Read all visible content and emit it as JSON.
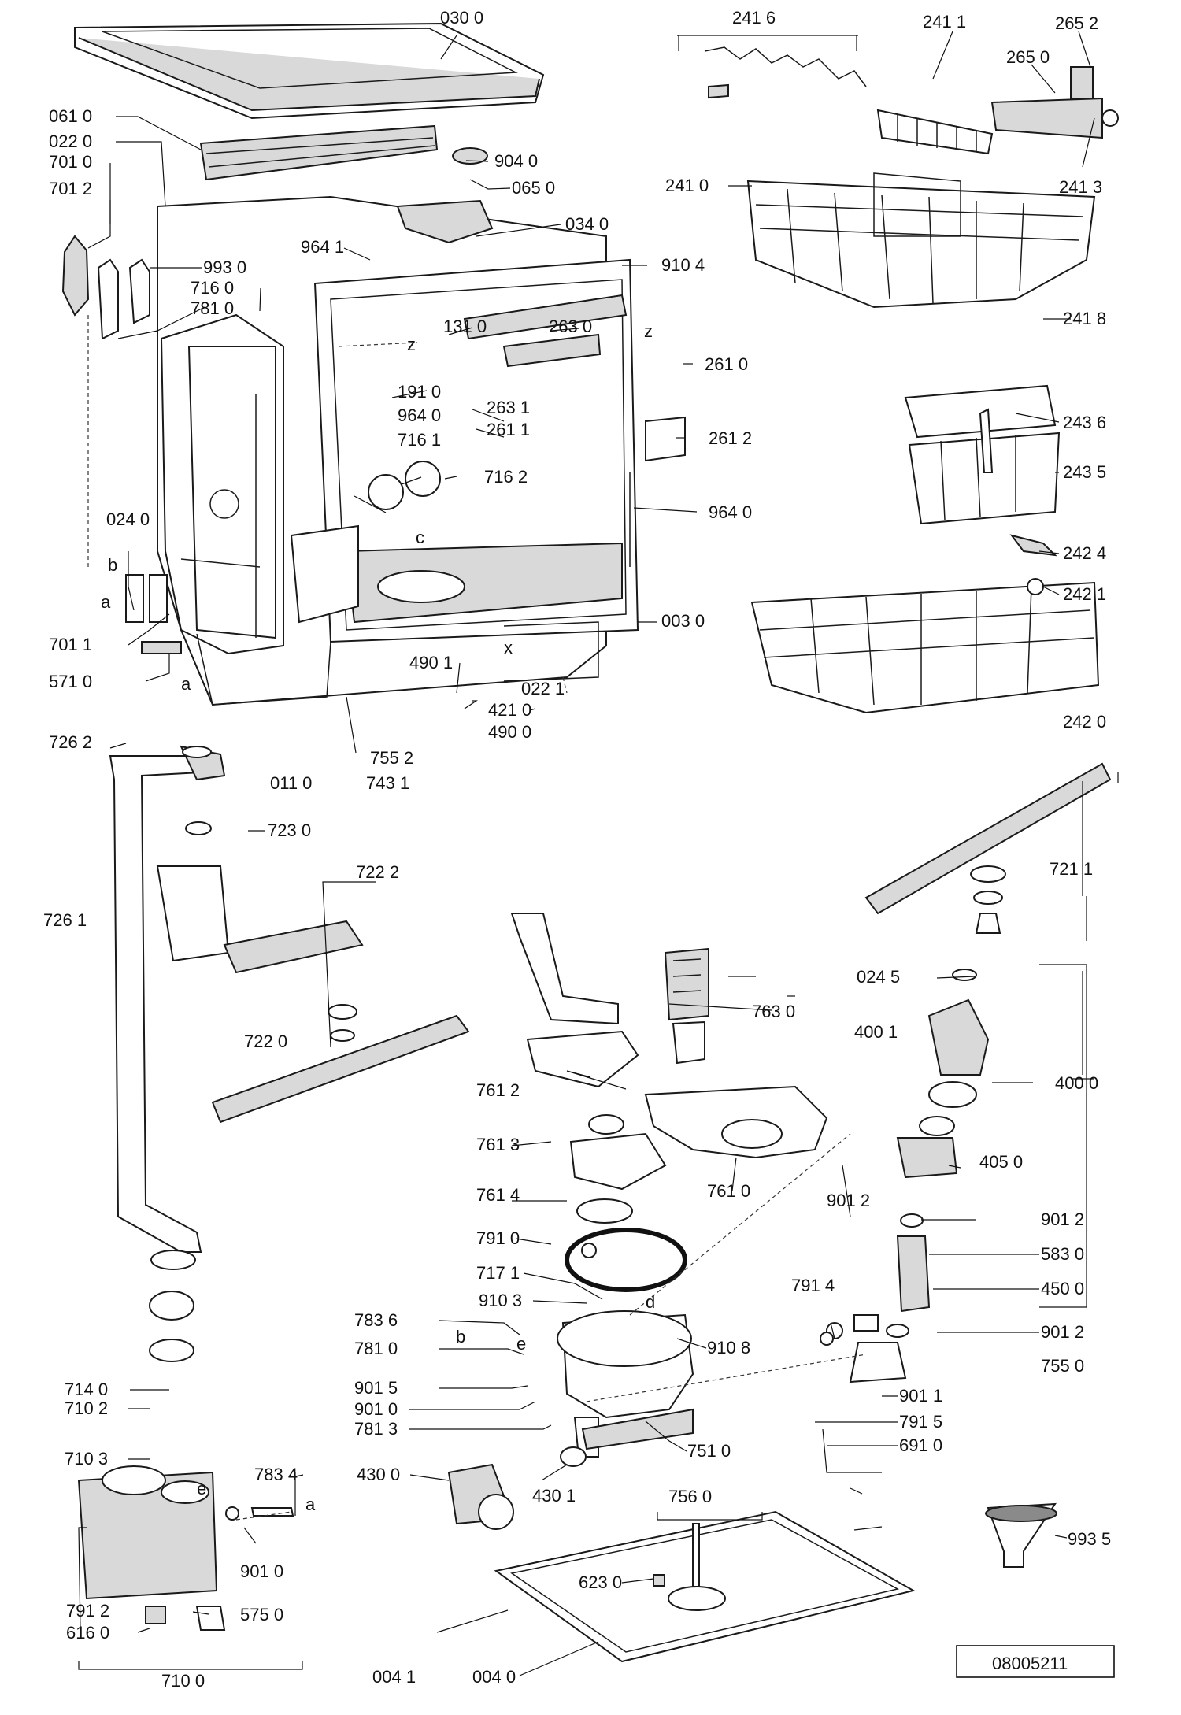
{
  "diagram_ref": "08005211",
  "labels": {
    "l0300": "030 0",
    "l2416": "241 6",
    "l2411": "241 1",
    "l2652": "265 2",
    "l2650": "265 0",
    "l0610": "061 0",
    "l0220": "022 0",
    "l7010": "701 0",
    "l7012": "701 2",
    "l9040": "904 0",
    "l0650": "065 0",
    "l2410": "241 0",
    "l2413": "241 3",
    "l0340": "034 0",
    "l9641": "964 1",
    "l9104": "910 4",
    "l9930": "993 0",
    "l7160": "716 0",
    "l7810": "781 0",
    "l1310": "131 0",
    "l2630": "263 0",
    "l2418": "241 8",
    "l2610": "261 0",
    "l1910": "191 0",
    "l9640a": "964 0",
    "l2631": "263 1",
    "l2611": "261 1",
    "l2436": "243 6",
    "l7161": "716 1",
    "l2612": "261 2",
    "l7162": "716 2",
    "l2435": "243 5",
    "l9640b": "964 0",
    "l0240": "024 0",
    "l2424": "242 4",
    "l2421": "242 1",
    "l7011": "701 1",
    "l0030": "003 0",
    "l4901": "490 1",
    "l5710": "571 0",
    "l0221": "022 1",
    "l4210": "421 0",
    "l4900": "490 0",
    "l2420": "242 0",
    "l7262": "726 2",
    "l7552": "755 2",
    "l0110": "011 0",
    "l7431": "743 1",
    "l7230": "723 0",
    "l7222": "722 2",
    "l7211": "721 1",
    "l7261": "726 1",
    "l0245": "024 5",
    "l7630": "763 0",
    "l4001": "400 1",
    "l7220": "722 0",
    "l4000": "400 0",
    "l7612": "761 2",
    "l7613": "761 3",
    "l4050": "405 0",
    "l7614": "761 4",
    "l7610": "761 0",
    "l9012a": "901 2",
    "l9012b": "901 2",
    "l7910": "791 0",
    "l5830": "583 0",
    "l7171": "717 1",
    "l4500": "450 0",
    "l7914": "791 4",
    "l9103": "910 3",
    "l7836": "783 6",
    "l9108": "910 8",
    "l9012c": "901 2",
    "l7810b": "781 0",
    "l7550": "755 0",
    "l7140": "714 0",
    "l9015": "901 5",
    "l9011": "901 1",
    "l9010a": "901 0",
    "l7102": "710 2",
    "l7813": "781 3",
    "l7915": "791 5",
    "l7510": "751 0",
    "l6910": "691 0",
    "l7103": "710 3",
    "l7834": "783 4",
    "l4300": "430 0",
    "l4301": "430 1",
    "l7560": "756 0",
    "l9935": "993 5",
    "l9010b": "901 0",
    "l6230": "623 0",
    "l7912": "791 2",
    "l5750": "575 0",
    "l6160": "616 0",
    "l0041": "004 1",
    "l0040": "004 0",
    "l7100": "710 0"
  },
  "markers": {
    "z1": "z",
    "z2": "z",
    "c": "c",
    "x": "x",
    "b1": "b",
    "a1": "a",
    "a2": "a",
    "b2": "b",
    "e1": "e",
    "d": "d",
    "e2": "e",
    "a3": "a"
  }
}
